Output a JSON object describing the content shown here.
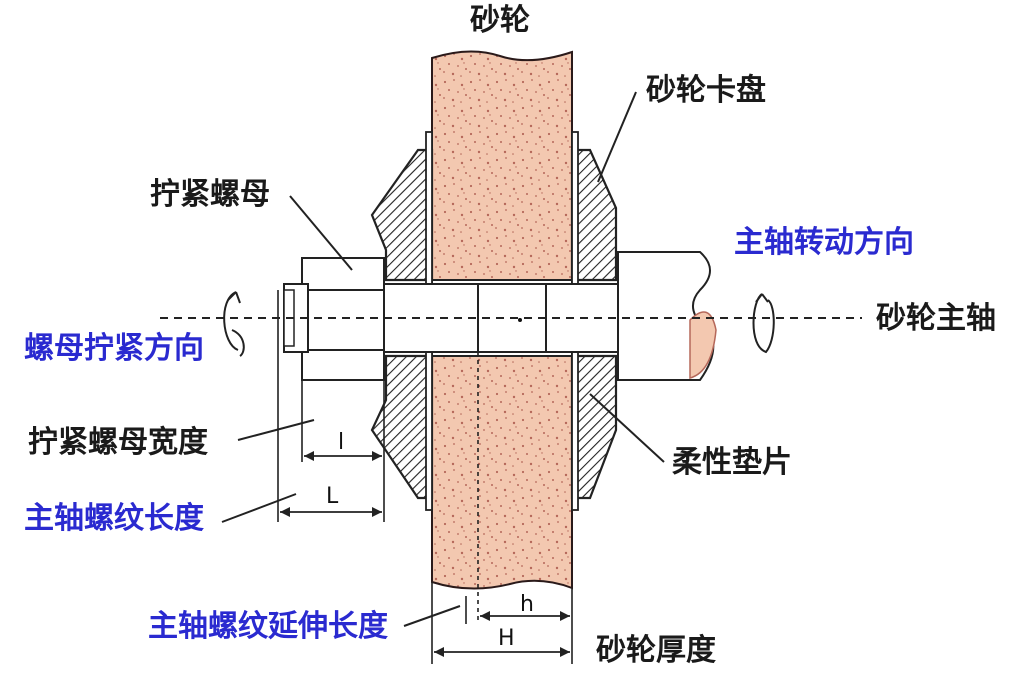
{
  "labels": {
    "wheel": "砂轮",
    "flange": "砂轮卡盘",
    "nut": "拧紧螺母",
    "spindle_rotation": "主轴转动方向",
    "nut_tighten_direction": "螺母拧紧方向",
    "spindle": "砂轮主轴",
    "nut_width": "拧紧螺母宽度",
    "thread_length": "主轴螺纹长度",
    "gasket": "柔性垫片",
    "thread_extension": "主轴螺纹延伸长度",
    "wheel_thickness": "砂轮厚度"
  },
  "dimensions": {
    "l": "l",
    "L": "L",
    "h": "h",
    "H": "H"
  },
  "colors": {
    "wheel_fill": "#f3c8b0",
    "wheel_speckle": "#b5685a",
    "metal_fill": "#ffffff",
    "label_black": "#1a1a1a",
    "label_blue": "#2a2ad0"
  }
}
